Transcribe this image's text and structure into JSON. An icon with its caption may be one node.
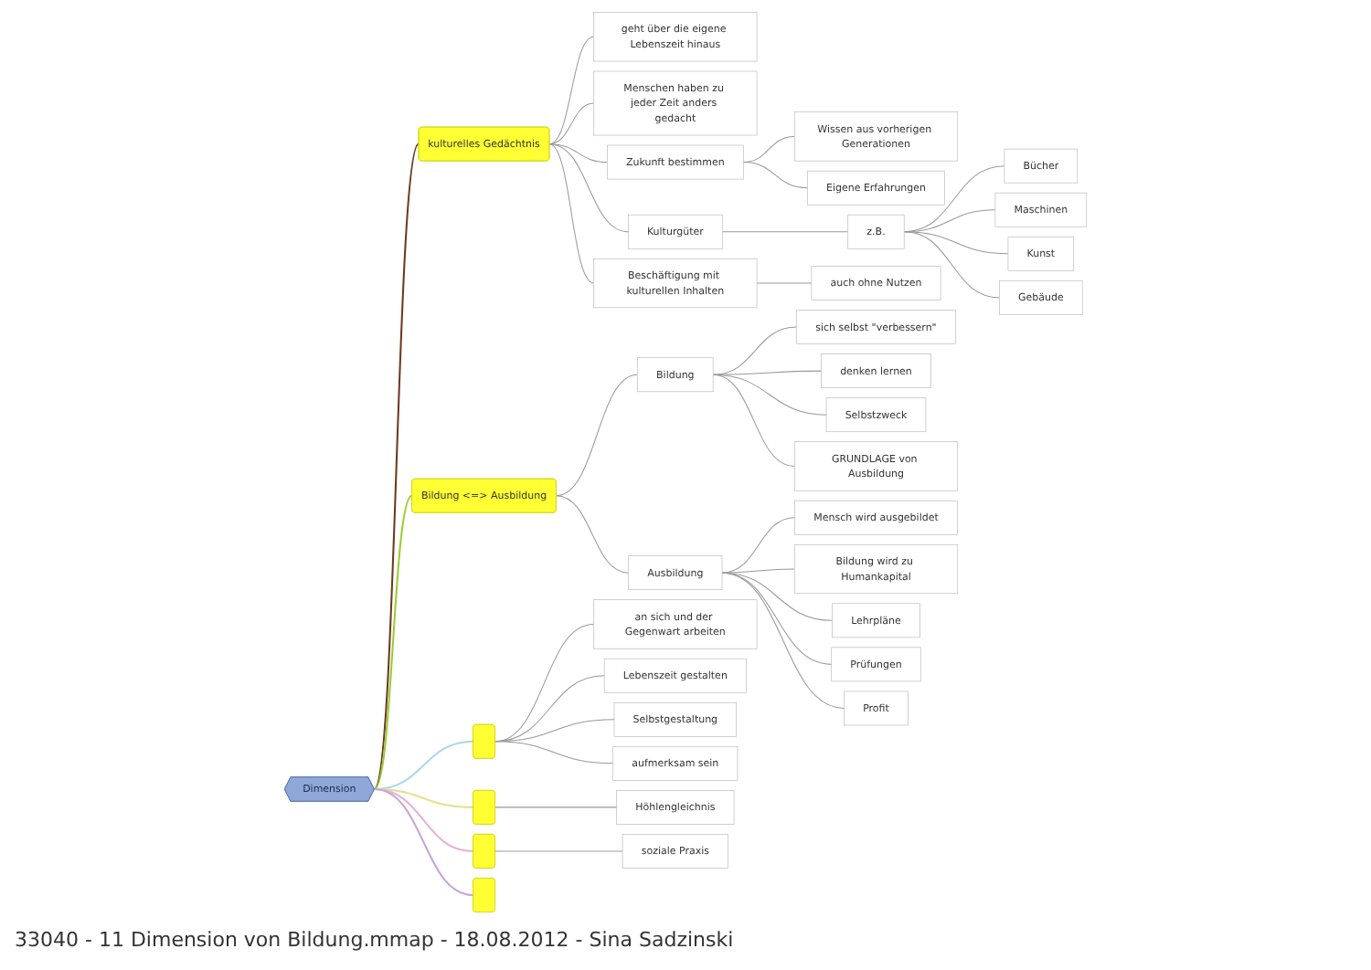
{
  "diagram": {
    "nodes": [
      {
        "text": [
          "Dimension"
        ]
      },
      {
        "text": [
          "kulturelles Gedächtnis"
        ]
      },
      {
        "text": [
          "geht über die eigene Lebenszeit hinaus"
        ]
      },
      {
        "text": [
          "Menschen haben zu jeder Zeit anders gedacht"
        ]
      },
      {
        "text": [
          "Zukunft bestimmen"
        ]
      },
      {
        "text": [
          "Wissen aus vorherigen Generationen"
        ]
      },
      {
        "text": [
          "Eigene Erfahrungen"
        ]
      },
      {
        "text": [
          "Kulturgüter"
        ]
      },
      {
        "text": [
          "z.B."
        ]
      },
      {
        "text": [
          "Bücher"
        ]
      },
      {
        "text": [
          "Maschinen"
        ]
      },
      {
        "text": [
          "Kunst"
        ]
      },
      {
        "text": [
          "Gebäude"
        ]
      },
      {
        "text": [
          "Beschäftigung mit kulturellen Inhalten"
        ]
      },
      {
        "text": [
          "auch ohne Nutzen"
        ]
      },
      {
        "text": [
          "Bildung <=> Ausbildung"
        ]
      },
      {
        "text": [
          "Bildung"
        ]
      },
      {
        "text": [
          "sich selbst \"verbessern\""
        ]
      },
      {
        "text": [
          "denken lernen"
        ]
      },
      {
        "text": [
          "Selbstzweck"
        ]
      },
      {
        "text": [
          "GRUNDLAGE von Ausbildung"
        ]
      },
      {
        "text": [
          "Ausbildung"
        ]
      },
      {
        "text": [
          "Mensch wird ausgebildet"
        ]
      },
      {
        "text": [
          "Bildung wird zu Humankapital"
        ]
      },
      {
        "text": [
          "Lehrpläne"
        ]
      },
      {
        "text": [
          "Prüfungen"
        ]
      },
      {
        "text": [
          "Profit"
        ]
      },
      {
        "text": [],
        "shape": "box"
      },
      {
        "text": [
          "an sich und der Gegenwart arbeiten"
        ]
      },
      {
        "text": [
          "Lebenszeit gestalten"
        ]
      },
      {
        "text": [
          "Selbstgestaltung"
        ]
      },
      {
        "text": [
          "aufmerksam sein"
        ]
      },
      {
        "text": [],
        "shape": "box"
      },
      {
        "text": [
          "Höhlengleichnis"
        ]
      },
      {
        "text": [],
        "shape": "box"
      },
      {
        "text": [
          "soziale Praxis"
        ]
      },
      {
        "text": [],
        "shape": "box"
      }
    ],
    "edges": [
      {
        "from": 0,
        "to": 1,
        "arrow": "none",
        "color": "#6b3a1f"
      },
      {
        "from": 1,
        "to": 2,
        "arrow": "none"
      },
      {
        "from": 1,
        "to": 3,
        "arrow": "none"
      },
      {
        "from": 1,
        "to": 4,
        "arrow": "none"
      },
      {
        "from": 4,
        "to": 5,
        "arrow": "none"
      },
      {
        "from": 4,
        "to": 6,
        "arrow": "none"
      },
      {
        "from": 1,
        "to": 7,
        "arrow": "none"
      },
      {
        "from": 7,
        "to": 8,
        "arrow": "none"
      },
      {
        "from": 8,
        "to": 9,
        "arrow": "none"
      },
      {
        "from": 8,
        "to": 10,
        "arrow": "none"
      },
      {
        "from": 8,
        "to": 11,
        "arrow": "none"
      },
      {
        "from": 8,
        "to": 12,
        "arrow": "none"
      },
      {
        "from": 1,
        "to": 13,
        "arrow": "none"
      },
      {
        "from": 13,
        "to": 14,
        "arrow": "none"
      },
      {
        "from": 0,
        "to": 15,
        "arrow": "none",
        "color": "#9acd32"
      },
      {
        "from": 15,
        "to": 16,
        "arrow": "none"
      },
      {
        "from": 16,
        "to": 17,
        "arrow": "none"
      },
      {
        "from": 16,
        "to": 18,
        "arrow": "none"
      },
      {
        "from": 16,
        "to": 19,
        "arrow": "none"
      },
      {
        "from": 16,
        "to": 20,
        "arrow": "none"
      },
      {
        "from": 15,
        "to": 21,
        "arrow": "none"
      },
      {
        "from": 21,
        "to": 22,
        "arrow": "none"
      },
      {
        "from": 21,
        "to": 23,
        "arrow": "none"
      },
      {
        "from": 21,
        "to": 24,
        "arrow": "none"
      },
      {
        "from": 21,
        "to": 25,
        "arrow": "none"
      },
      {
        "from": 21,
        "to": 26,
        "arrow": "none"
      },
      {
        "from": 0,
        "to": 27,
        "arrow": "none",
        "color": "#a8d8e8"
      },
      {
        "from": 27,
        "to": 28,
        "arrow": "none"
      },
      {
        "from": 27,
        "to": 29,
        "arrow": "none"
      },
      {
        "from": 27,
        "to": 30,
        "arrow": "none"
      },
      {
        "from": 27,
        "to": 31,
        "arrow": "none"
      },
      {
        "from": 0,
        "to": 32,
        "arrow": "none",
        "color": "#e6e08a"
      },
      {
        "from": 32,
        "to": 33,
        "arrow": "none"
      },
      {
        "from": 0,
        "to": 34,
        "arrow": "none",
        "color": "#e3b3d6"
      },
      {
        "from": 34,
        "to": 35,
        "arrow": "none"
      },
      {
        "from": 0,
        "to": 36,
        "arrow": "none",
        "color": "#c9a3d9"
      }
    ],
    "labels": [
      "33040 - 11 Dimension von Bildung.mmap - 18.08.2012 - Sina Sadzinski"
    ]
  }
}
